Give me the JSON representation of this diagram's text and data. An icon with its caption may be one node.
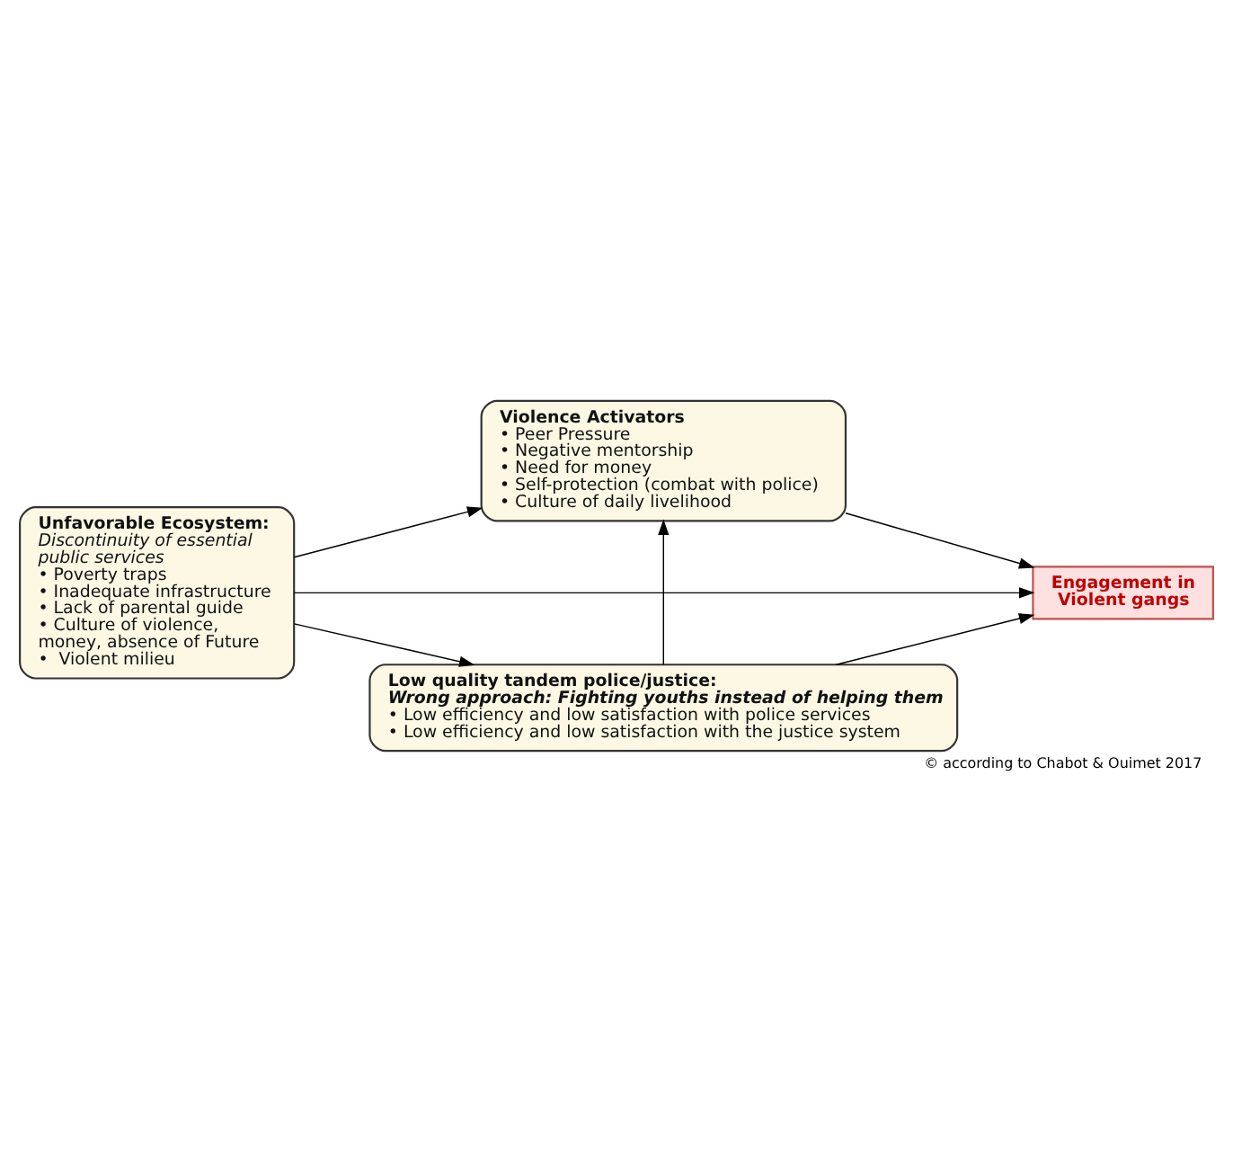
{
  "diagram": {
    "caption": "© according to Chabot & Ouimet 2017",
    "nodes": [
      {
        "text": [
          "Violence Activators",
          "• Peer Pressure",
          "• Negative mentorship",
          "• Need for money",
          "• Self-protection (combat with police)",
          "• Culture of daily livelihood"
        ]
      },
      {
        "text": [
          "Unfavorable Ecosystem:",
          "Discontinuity of essential public services",
          "• Poverty traps",
          "• Inadequate infrastructure",
          "• Lack of parental guide",
          "• Culture of violence, money, absence of Future",
          "•  Violent milieu"
        ]
      },
      {
        "text": [
          "Engagement in Violent gangs"
        ]
      },
      {
        "text": [
          "Low quality tandem police/justice:",
          "Wrong approach: Fighting youths instead of helping them",
          "• Low efficiency and low satisfaction with police services",
          "• Low efficiency and low satisfaction with the justice system"
        ]
      }
    ],
    "edges": [
      {
        "from": 1,
        "to": 0,
        "arrow": "to"
      },
      {
        "from": 0,
        "to": 2,
        "arrow": "to"
      },
      {
        "from": 1,
        "to": 2,
        "arrow": "to"
      },
      {
        "from": 1,
        "to": 3,
        "arrow": "to"
      },
      {
        "from": 3,
        "to": 0,
        "arrow": "to"
      },
      {
        "from": 3,
        "to": 2,
        "arrow": "to"
      }
    ]
  }
}
